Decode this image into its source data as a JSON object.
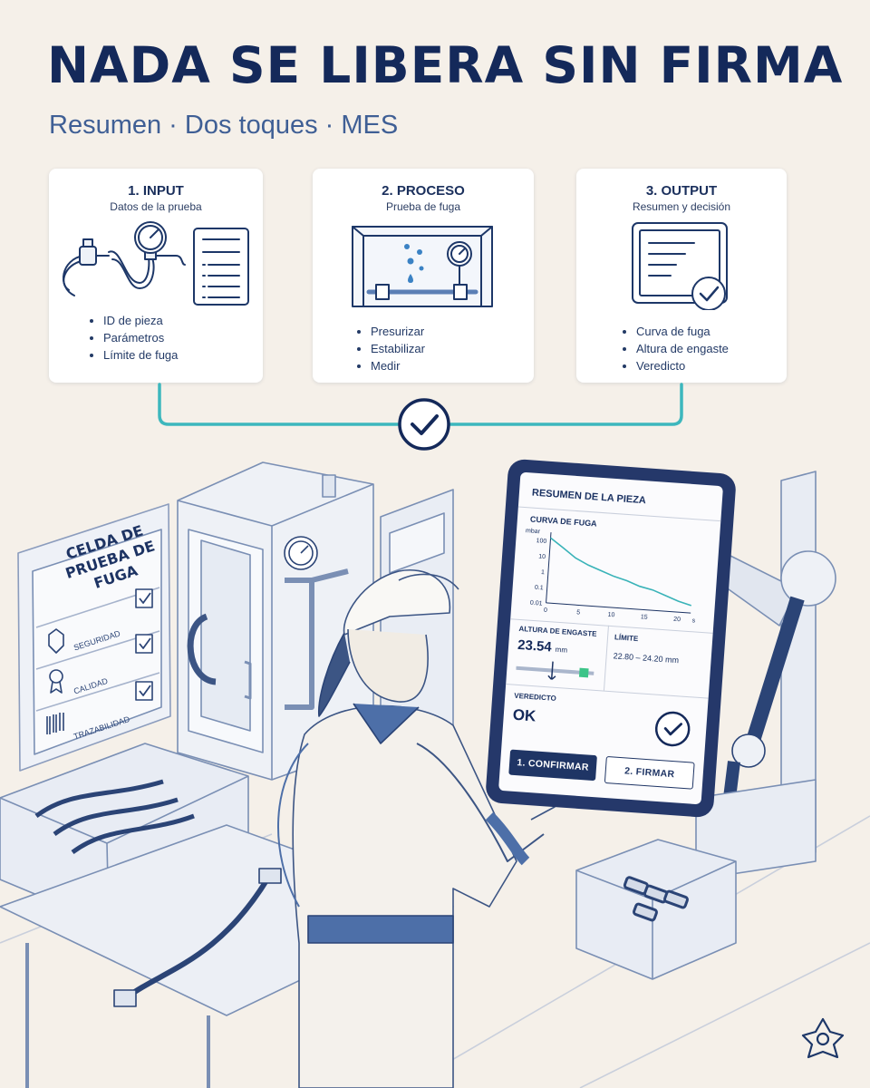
{
  "header": {
    "title": "NADA SE LIBERA SIN FIRMA",
    "subtitle": "Resumen · Dos toques · MES"
  },
  "steps": [
    {
      "title": "1. INPUT",
      "subtitle": "Datos de la prueba",
      "items": [
        "ID de pieza",
        "Parámetros",
        "Límite de fuga"
      ],
      "icon": "hose-gauge-list-icon"
    },
    {
      "title": "2. PROCESO",
      "subtitle": "Prueba de fuga",
      "items": [
        "Presurizar",
        "Estabilizar",
        "Medir"
      ],
      "icon": "leak-chamber-icon"
    },
    {
      "title": "3. OUTPUT",
      "subtitle": "Resumen y decisión",
      "items": [
        "Curva de fuga",
        "Altura de engaste",
        "Veredicto"
      ],
      "icon": "tablet-check-icon"
    }
  ],
  "cell_sign": {
    "title_line1": "CELDA DE",
    "title_line2": "PRUEBA DE FUGA",
    "rows": [
      {
        "label": "SEGURIDAD",
        "icon": "shield-check-icon"
      },
      {
        "label": "CALIDAD",
        "icon": "ribbon-badge-icon"
      },
      {
        "label": "TRAZABILIDAD",
        "icon": "barcode-icon"
      }
    ]
  },
  "tablet": {
    "title": "RESUMEN DE LA PIEZA",
    "chart_title": "CURVA DE FUGA",
    "crimp_label": "ALTURA DE ENGASTE",
    "crimp_value": "23.54",
    "crimp_unit": "mm",
    "limit_label": "LÍMITE",
    "limit_value": "22.80 – 24.20 mm",
    "verdict_label": "VEREDICTO",
    "verdict_value": "OK",
    "confirm_label": "1. CONFIRMAR",
    "sign_label": "2. FIRMAR"
  },
  "chart_data": {
    "type": "line",
    "title": "CURVA DE FUGA",
    "ylabel": "mbar",
    "xlabel": "s",
    "y_scale": "log",
    "y_ticks": [
      "100",
      "10",
      "1",
      "0.1",
      "0.01"
    ],
    "x_ticks": [
      "0",
      "5",
      "10",
      "15",
      "20"
    ],
    "xlim": [
      0,
      22
    ],
    "ylim": [
      0.01,
      200
    ],
    "x": [
      0,
      2,
      4,
      6,
      8,
      10,
      12,
      14,
      16,
      18,
      20,
      22
    ],
    "y": [
      150,
      40,
      10,
      4,
      2,
      1,
      0.6,
      0.3,
      0.2,
      0.1,
      0.05,
      0.03
    ],
    "line_color": "#39b3b8"
  },
  "colors": {
    "navy": "#14295a",
    "teal": "#3db7bd",
    "accent_blue": "#5b7fb5",
    "bg": "#f5f0e9"
  }
}
